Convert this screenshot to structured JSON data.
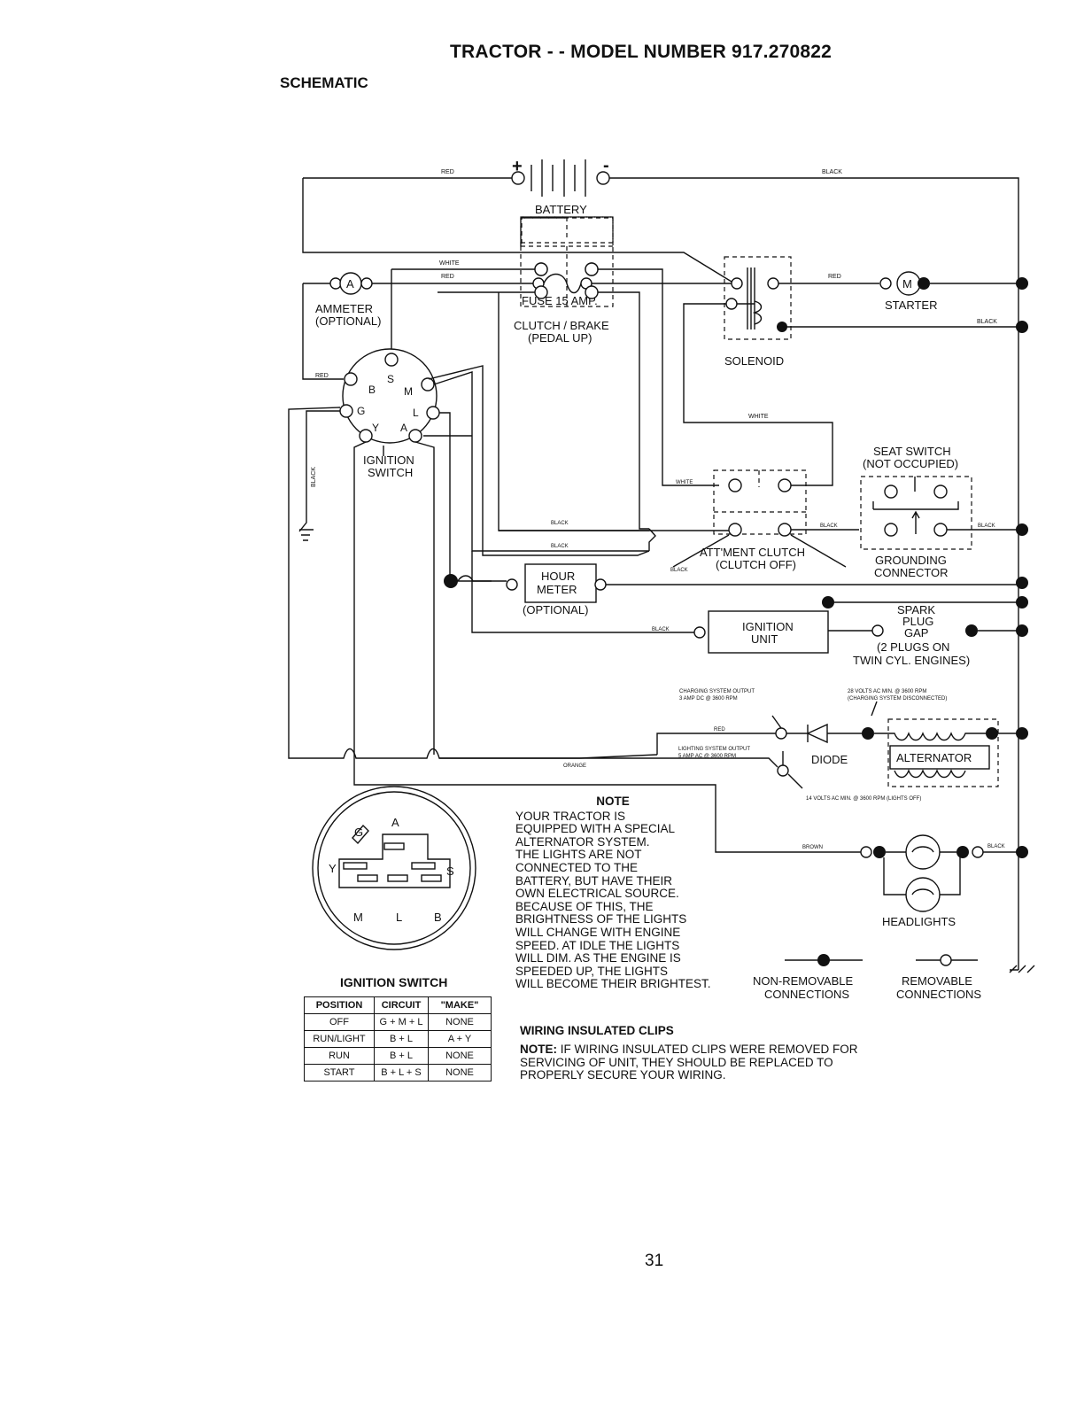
{
  "title": "TRACTOR - - MODEL NUMBER 917.270822",
  "section": "SCHEMATIC",
  "page_number": "31",
  "wire_colors": {
    "red": "RED",
    "black": "BLACK",
    "white": "WHITE",
    "orange": "ORANGE",
    "brown": "BROWN"
  },
  "components": {
    "battery": "BATTERY",
    "battery_plus": "+",
    "battery_minus": "-",
    "ammeter_symbol": "A",
    "ammeter": [
      "AMMETER",
      "(OPTIONAL)"
    ],
    "fuse": "FUSE 15 AMP.",
    "solenoid": "SOLENOID",
    "starter_symbol": "M",
    "starter": "STARTER",
    "clutch_brake": [
      "CLUTCH / BRAKE",
      "(PEDAL UP)"
    ],
    "ignition_switch": [
      "IGNITION",
      "SWITCH"
    ],
    "ign_terminals": [
      "S",
      "B",
      "M",
      "G",
      "L",
      "Y",
      "A"
    ],
    "seat_switch": [
      "SEAT SWITCH",
      "(NOT OCCUPIED)"
    ],
    "attment_clutch": [
      "ATT'MENT CLUTCH",
      "(CLUTCH OFF)"
    ],
    "grounding_connector": [
      "GROUNDING",
      "CONNECTOR"
    ],
    "hour_meter": [
      "HOUR",
      "METER"
    ],
    "hour_meter_optional": "(OPTIONAL)",
    "ignition_unit": [
      "IGNITION",
      "UNIT"
    ],
    "spark_plug": [
      "SPARK",
      "PLUG",
      "GAP"
    ],
    "spark_plug_note": [
      "(2 PLUGS ON",
      "TWIN CYL. ENGINES)"
    ],
    "charging_output": [
      "CHARGING SYSTEM OUTPUT",
      "3 AMP DC @ 3600 RPM"
    ],
    "volts_28": [
      "28 VOLTS AC MIN. @ 3600 RPM",
      "(CHARGING SYSTEM DISCONNECTED)"
    ],
    "lighting_output": [
      "LIGHTING SYSTEM OUTPUT",
      "5 AMP AC @ 3600 RPM"
    ],
    "diode": "DIODE",
    "alternator": "ALTERNATOR",
    "volts_14": "14 VOLTS AC MIN. @ 3600 RPM (LIGHTS OFF)",
    "headlights": "HEADLIGHTS"
  },
  "connector_diagram": {
    "terminals": [
      "G",
      "A",
      "Y",
      "S",
      "M",
      "L",
      "B"
    ]
  },
  "legend": {
    "non_removable": [
      "NON-REMOVABLE",
      "CONNECTIONS"
    ],
    "removable": [
      "REMOVABLE",
      "CONNECTIONS"
    ]
  },
  "ignition_table": {
    "title": "IGNITION SWITCH",
    "headers": [
      "POSITION",
      "CIRCUIT",
      "\"MAKE\""
    ],
    "rows": [
      [
        "OFF",
        "G + M + L",
        "NONE"
      ],
      [
        "RUN/LIGHT",
        "B + L",
        "A + Y"
      ],
      [
        "RUN",
        "B + L",
        "NONE"
      ],
      [
        "START",
        "B + L + S",
        "NONE"
      ]
    ]
  },
  "note": {
    "heading": "NOTE",
    "lines": [
      "YOUR TRACTOR IS",
      "EQUIPPED WITH A SPECIAL",
      "ALTERNATOR SYSTEM.",
      "THE LIGHTS ARE NOT",
      "CONNECTED TO THE",
      "BATTERY, BUT HAVE THEIR",
      "OWN ELECTRICAL SOURCE.",
      "BECAUSE OF THIS, THE",
      "BRIGHTNESS OF THE LIGHTS",
      "WILL CHANGE WITH ENGINE",
      "SPEED.  AT IDLE THE LIGHTS",
      "WILL DIM.  AS THE ENGINE IS",
      "SPEEDED UP, THE LIGHTS",
      "WILL BECOME THEIR BRIGHTEST."
    ]
  },
  "wiring_clips": {
    "heading": "WIRING INSULATED CLIPS",
    "lead": "NOTE:",
    "line1": " IF WIRING INSULATED CLIPS WERE REMOVED FOR",
    "line2": "SERVICING OF UNIT, THEY SHOULD BE REPLACED TO",
    "line3": "PROPERLY SECURE YOUR WIRING."
  }
}
